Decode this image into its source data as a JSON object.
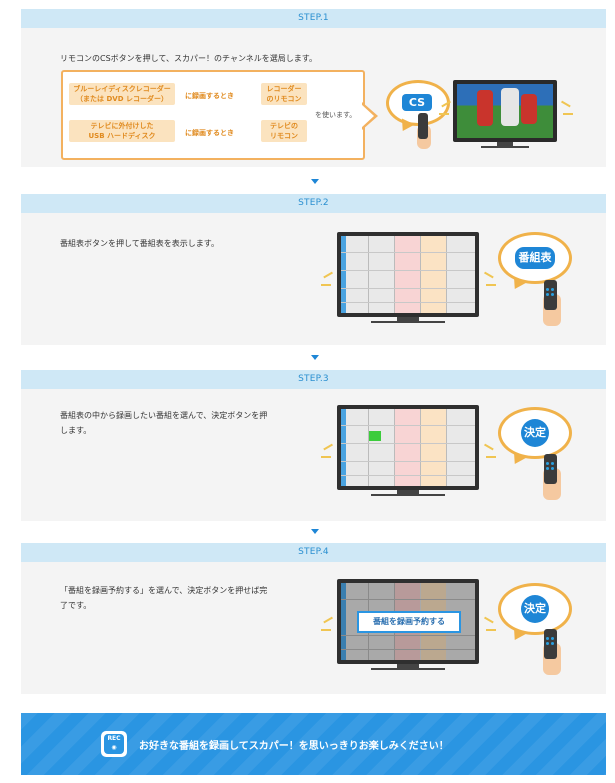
{
  "steps": [
    {
      "label": "STEP.1",
      "text": "リモコンのCSボタンを押して、スカパー！のチャンネルを選局します。",
      "rows": [
        {
          "device": "ブルーレイディスクレコーダー（または DVD レコーダー）",
          "device_line1": "ブルーレイディスクレコーダー",
          "device_line2": "（または DVD レコーダー）",
          "when": "に録画するとき",
          "remote_line1": "レコーダー",
          "remote_line2": "のリモコン"
        },
        {
          "device_line1": "テレビに外付けした",
          "device_line2": "USB ハードディスク",
          "when": "に録画するとき",
          "remote_line1": "テレビの",
          "remote_line2": "リモコン"
        }
      ],
      "use_text": "を使います。",
      "button": "CS"
    },
    {
      "label": "STEP.2",
      "text": "番組表ボタンを押して番組表を表示します。",
      "button": "番組表"
    },
    {
      "label": "STEP.3",
      "text_line1": "番組表の中から録画したい番組を選んで、決定ボタンを押",
      "text_line2": "します。",
      "button": "決定"
    },
    {
      "label": "STEP.4",
      "text_line1": "「番組を録画予約する」を選んで、決定ボタンを押せば完",
      "text_line2": "了です。",
      "overlay": "番組を録画予約する",
      "button": "決定"
    }
  ],
  "footer": {
    "icon_label": "REC",
    "message": "お好きな番組を録画してスカパー！を思いっきりお楽しみください！"
  },
  "colors": {
    "accent": "#1e86d6",
    "step_header_bg": "#cfe8f6",
    "orange": "#f3b15f",
    "footer_bg": "#2a95e2"
  }
}
